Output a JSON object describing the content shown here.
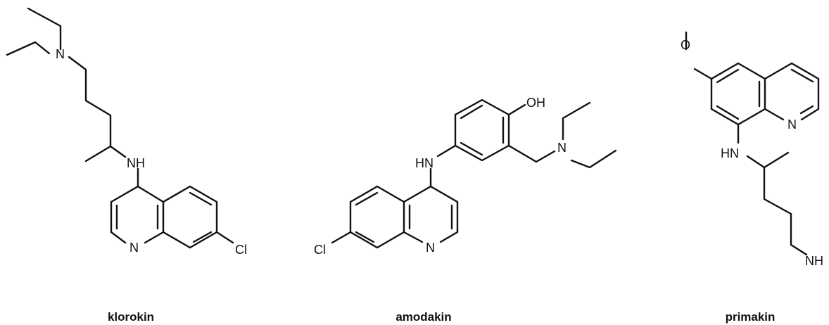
{
  "molecules": [
    {
      "caption": "klorokin",
      "atoms": {
        "n_amine": "N",
        "nh": "NH",
        "n_ring": "N",
        "cl": "Cl"
      }
    },
    {
      "caption": "amodakin",
      "atoms": {
        "oh": "OH",
        "n_amine": "N",
        "hn": "HN",
        "n_ring": "N",
        "cl": "Cl"
      }
    },
    {
      "caption": "primakin",
      "atoms": {
        "o": "O",
        "n_ring": "N",
        "hn": "HN",
        "nh": "NH"
      }
    }
  ],
  "colors": {
    "ink": "#111111",
    "background": "#ffffff"
  }
}
